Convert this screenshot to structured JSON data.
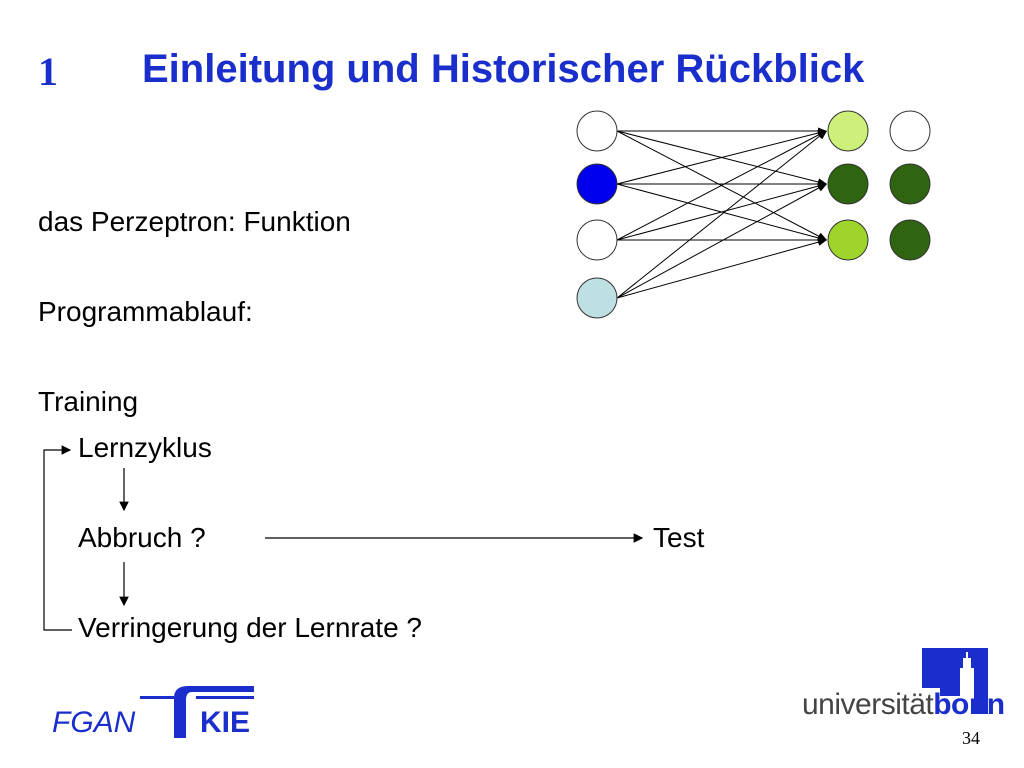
{
  "slide": {
    "chapter_number": "1",
    "title": "Einleitung und Historischer Rückblick",
    "page_number": "34"
  },
  "content": {
    "perceptron_line": "das Perzeptron: Funktion",
    "program_label": "Programmablauf:",
    "training_label": "Training",
    "learn_cycle": "Lernzyklus",
    "abort_question": "Abbruch ?",
    "test_label": "Test",
    "reduce_rate": "Verringerung der Lernrate ?"
  },
  "network": {
    "input_colors": [
      "#ffffff",
      "#0000ee",
      "#ffffff",
      "#bfe0e3"
    ],
    "output_colors": [
      "#ccf07a",
      "#2f6410",
      "#9fd42c"
    ],
    "target_colors": [
      "#ffffff",
      "#2f6410",
      "#2f6410"
    ]
  },
  "logos": {
    "fgan": "FGAN",
    "kie": "KIE",
    "university_prefix": "universität",
    "university_name": "bonn"
  },
  "colors": {
    "accent": "#1a2ecc"
  }
}
